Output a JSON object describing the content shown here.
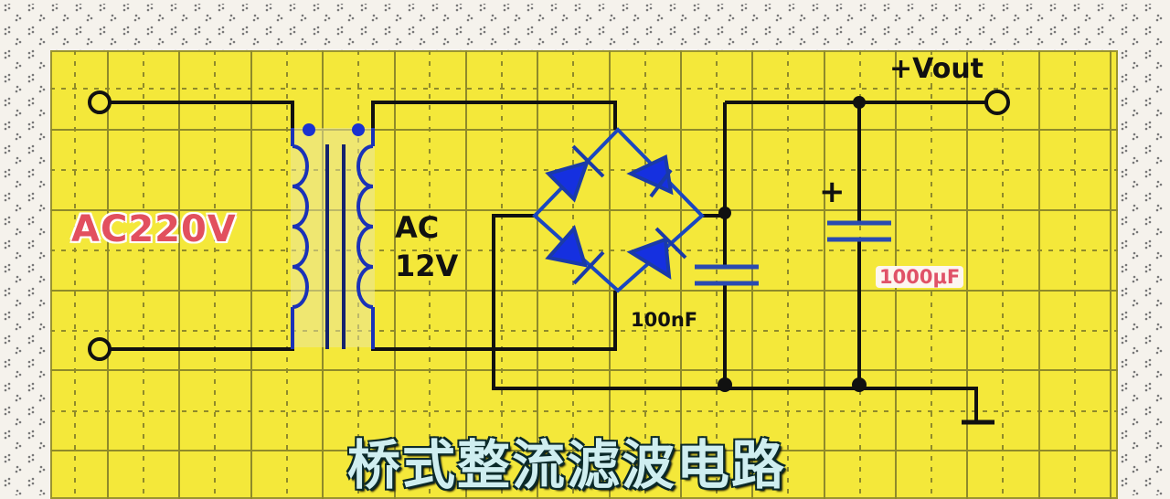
{
  "diagram": {
    "title": "桥式整流滤波电路",
    "input_label": "AC220V",
    "secondary_label_line1": "AC",
    "secondary_label_line2": "12V",
    "small_cap_label": "100nF",
    "large_cap_label": "1000μF",
    "large_cap_polarity": "+",
    "output_label": "+Vout",
    "components": [
      {
        "type": "ac-input-terminal",
        "count": 2
      },
      {
        "type": "transformer",
        "primary": "AC220V",
        "secondary": "AC 12V"
      },
      {
        "type": "bridge-rectifier",
        "diodes": 4
      },
      {
        "type": "capacitor",
        "value": "100nF"
      },
      {
        "type": "electrolytic-capacitor",
        "value": "1000μF",
        "polarity": "+"
      },
      {
        "type": "output-terminal",
        "label": "+Vout"
      },
      {
        "type": "ground"
      }
    ],
    "colors": {
      "board": "#f4e83a",
      "wire": "#111111",
      "component": "#1530c8",
      "highlight_label": "#e2505e",
      "title_fill": "#cfeef0",
      "frame": "#f5f2ec"
    }
  }
}
